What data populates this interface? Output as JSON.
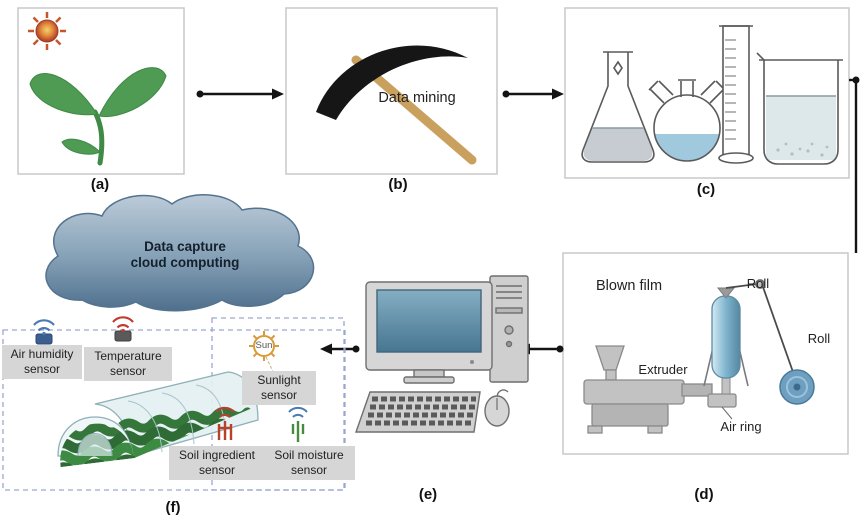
{
  "title": "Smart agriculture data workflow diagram",
  "panels": {
    "a": {
      "tag": "(a)"
    },
    "b": {
      "tag": "(b)",
      "caption": "Data mining"
    },
    "c": {
      "tag": "(c)"
    },
    "d": {
      "tag": "(d)",
      "process": "Blown film",
      "extruder": "Extruder",
      "air_ring": "Air ring",
      "roll_top": "Roll",
      "roll_side": "Roll"
    },
    "e": {
      "tag": "(e)"
    },
    "f": {
      "tag": "(f)",
      "cloud": "Data capture\ncloud computing",
      "sun": "Sun",
      "sensors": {
        "air_humidity": "Air humidity sensor",
        "temperature": "Temperature sensor",
        "sunlight": "Sunlight sensor",
        "soil_ingredient": "Soil ingredient sensor",
        "soil_moisture": "Soil moisture sensor"
      }
    }
  },
  "colors": {
    "box_border": "#c9c9c9",
    "plant_green": "#4f9b53",
    "sun_orange": "#e08a3c",
    "cloud_blue": "#7d96ad",
    "film_blue": "#7fb4cf",
    "screen_blue": "#5b8fa8",
    "label_bg": "#d6d6d6",
    "dashed_border": "#9aa8d0"
  }
}
